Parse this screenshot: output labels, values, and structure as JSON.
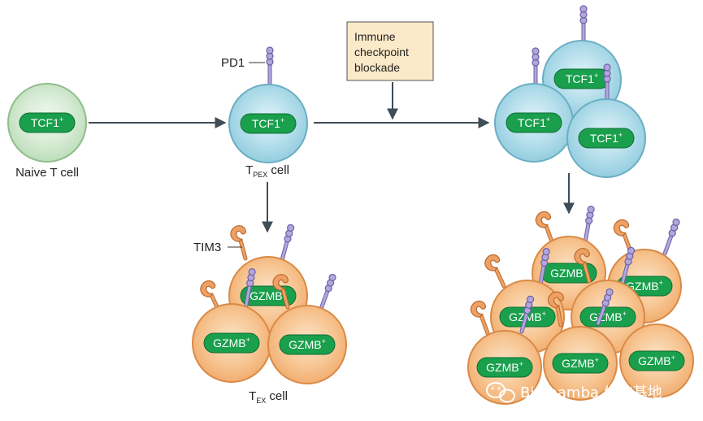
{
  "labels": {
    "naive": "Naive T cell",
    "tpex_main": "T",
    "tpex_sub": "PEX",
    "tpex_rest": " cell",
    "tex_main": "T",
    "tex_sub": "EX",
    "tex_rest": " cell",
    "pd1": "PD1",
    "tim3": "TIM3"
  },
  "checkpoint_box": {
    "line1": "Immune",
    "line2": "checkpoint",
    "line3": "blockade"
  },
  "markers": {
    "tcf1": "TCF1",
    "gzmb": "GZMB",
    "plus": "+"
  },
  "watermark": "Biomamba 生信基地",
  "colors": {
    "naive_cell": "#d6ebd4",
    "tpex_cell": "#a9d8e6",
    "tex_cell": "#f6c08e",
    "nucleus": "#1a9f4c",
    "pd1_receptor": "#a99bd0",
    "tim3_receptor": "#e8924a",
    "arrow": "#3f4d57",
    "box_fill": "#fbe9c8"
  }
}
